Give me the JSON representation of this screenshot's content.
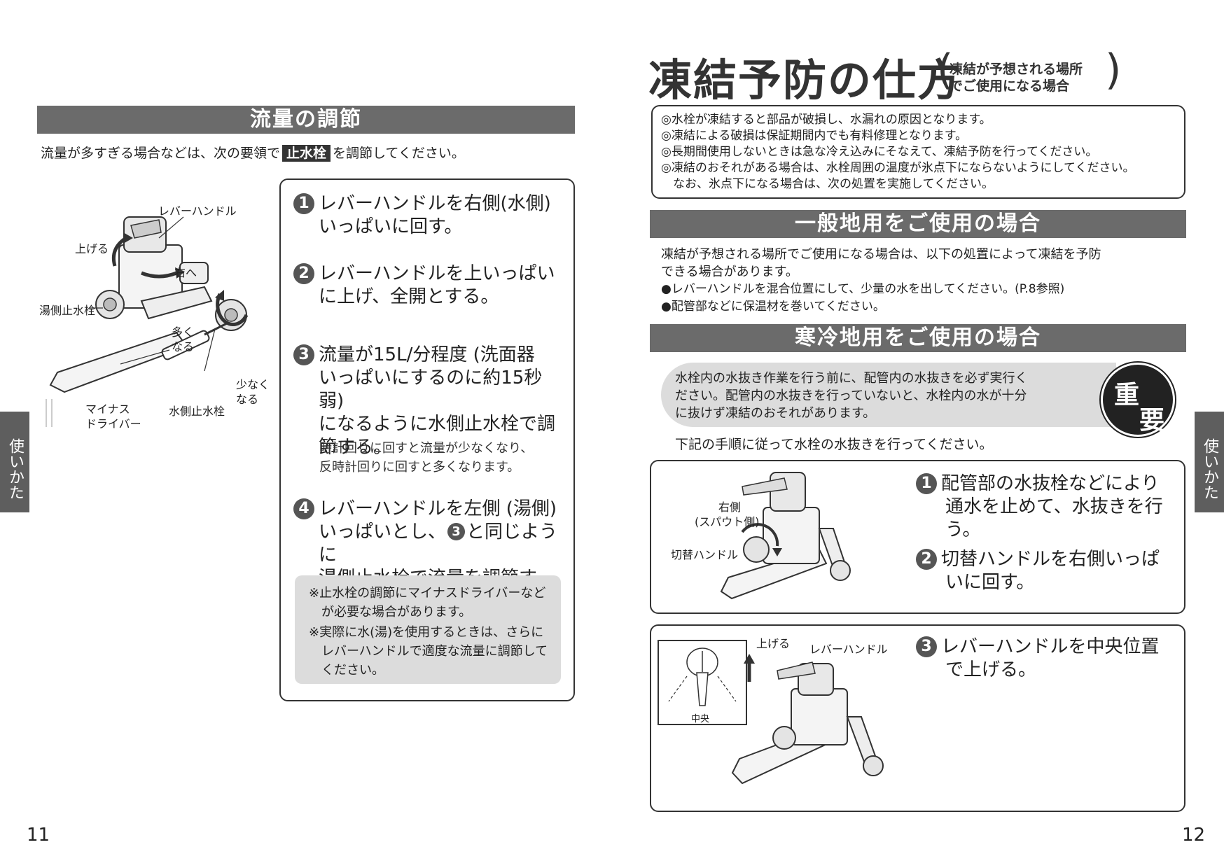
{
  "left_page": {
    "section_title": "流量の調節",
    "intro_before": "流量が多すぎる場合などは、次の要領で",
    "intro_highlight": "止水栓",
    "intro_after": "を調節してください。",
    "figure_labels": {
      "lever_handle": "レバーハンドル",
      "raise": "上げる",
      "right": "右へ",
      "hot_valve": "湯側止水栓",
      "more1": "多く",
      "more2": "なる",
      "less1": "少なく",
      "less2": "なる",
      "screwdriver1": "マイナス",
      "screwdriver2": "ドライバー",
      "cold_valve": "水側止水栓"
    },
    "steps": [
      {
        "num": "1",
        "line1": "レバーハンドルを右側(水側)",
        "line2": "いっぱいに回す。"
      },
      {
        "num": "2",
        "line1": "レバーハンドルを上いっぱい",
        "line2": "に上げ、全開とする。"
      },
      {
        "num": "3",
        "line1": "流量が15L/分程度 (洗面器",
        "line2": "いっぱいにするのに約15秒弱)",
        "line3": "になるように水側止水栓で調",
        "line4": "節する。",
        "sub1": "時計回りに回すと流量が少なくなり、",
        "sub2": "反時計回りに回すと多くなります。"
      },
      {
        "num": "4",
        "line1": "レバーハンドルを左側 (湯側)",
        "line2a": "いっぱいとし、",
        "ref": "3",
        "line2b": "と同じように",
        "line3": "湯側止水栓で流量を調節する。"
      }
    ],
    "notes": [
      "※止水栓の調節にマイナスドライバーなどが必要な場合があります。",
      "※実際に水(湯)を使用するときは、さらにレバーハンドルで適度な流量に調節してください。"
    ],
    "side_tab": "使いかた",
    "page_number": "11"
  },
  "right_page": {
    "title": "凍結予防の仕方",
    "subtitle_line1": "凍結が予想される場所",
    "subtitle_line2": "でご使用になる場合",
    "warnings": [
      "◎水栓が凍結すると部品が破損し、水漏れの原因となります。",
      "◎凍結による破損は保証期間内でも有料修理となります。",
      "◎長期間使用しないときは急な冷え込みにそなえて、凍結予防を行ってください。",
      "◎凍結のおそれがある場合は、水栓周囲の温度が氷点下にならないようにしてください。",
      "　なお、氷点下になる場合は、次の処置を実施してください。"
    ],
    "section1_title": "一般地用をご使用の場合",
    "general_lines": [
      "凍結が予想される場所でご使用になる場合は、以下の処置によって凍結を予防",
      "できる場合があります。",
      "●レバーハンドルを混合位置にして、少量の水を出してください。(P.8参照)",
      "●配管部などに保温材を巻いてください。"
    ],
    "section2_title": "寒冷地用をご使用の場合",
    "important_lines": [
      "水栓内の水抜き作業を行う前に、配管内の水抜きを必ず実行く",
      "ださい。配管内の水抜きを行っていないと、水栓内の水が十分",
      "に抜けず凍結のおそれがあります。"
    ],
    "badge1": "重",
    "badge2": "要",
    "follow_text": "下記の手順に従って水栓の水抜きを行ってください。",
    "fig1_labels": {
      "right1": "右側",
      "right2": "(スパウト側)",
      "switch_handle": "切替ハンドル"
    },
    "steps": [
      {
        "num": "1",
        "line1": "配管部の水抜栓などにより",
        "line2": "通水を止めて、水抜きを行",
        "line3": "う。"
      },
      {
        "num": "2",
        "line1": "切替ハンドルを右側いっぱ",
        "line2": "いに回す。"
      },
      {
        "num": "3",
        "line1": "レバーハンドルを中央位置",
        "line2": "で上げる。"
      }
    ],
    "fig2_labels": {
      "raise": "上げる",
      "lever_handle": "レバーハンドル",
      "center": "中央"
    },
    "side_tab": "使いかた",
    "page_number": "12"
  }
}
